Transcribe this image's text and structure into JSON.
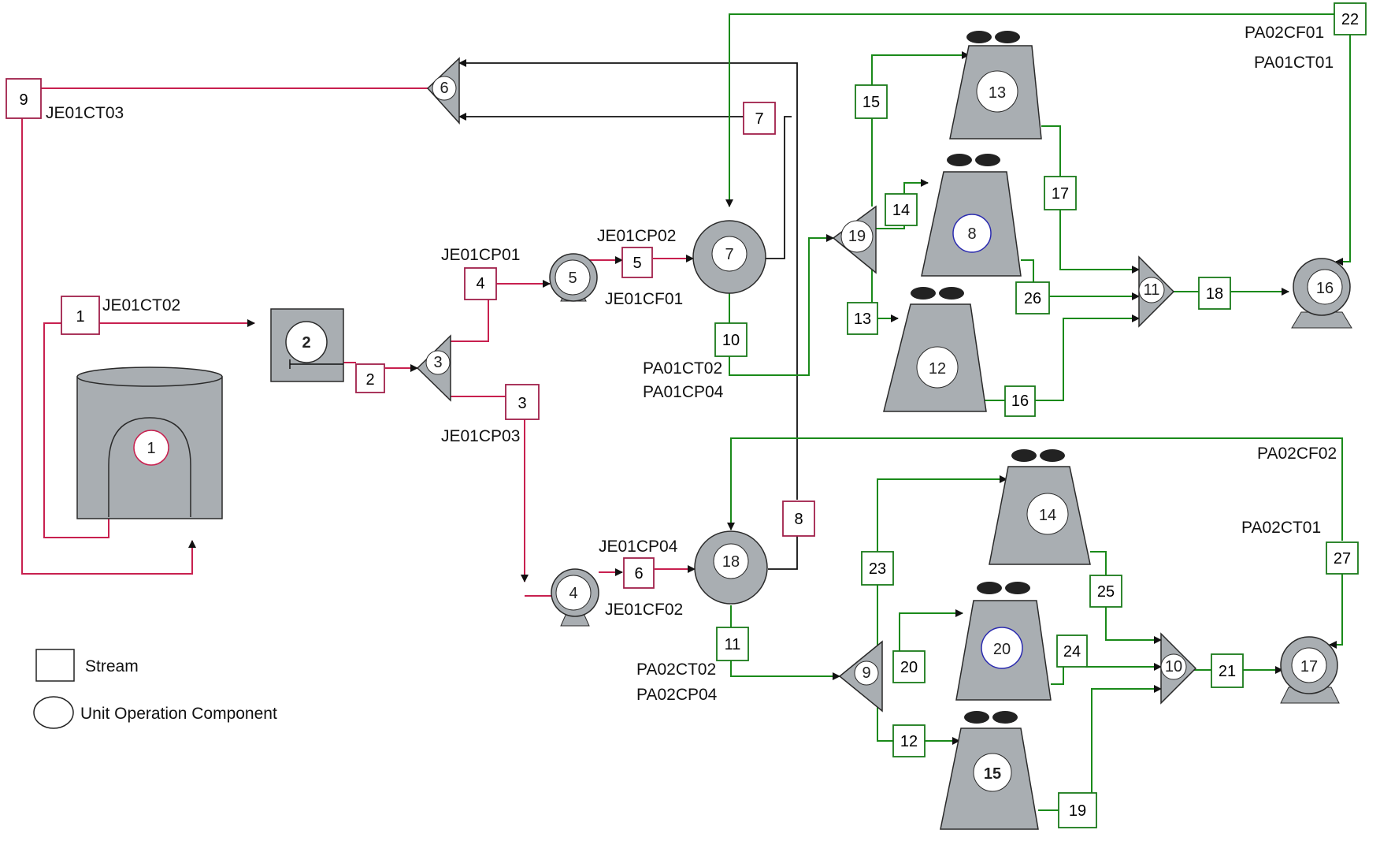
{
  "colors": {
    "red_line": "#c8204f",
    "green_line": "#1a8a1a",
    "red_box": "#a0204a",
    "green_box": "#1a7a1a",
    "equipment_fill": "#a9aeb2",
    "equipment_stroke": "#2a2a2a",
    "text": "#111111"
  },
  "legend": {
    "stream": "Stream",
    "unit_operation": "Unit Operation Component"
  },
  "tags": {
    "je01ct03": "JE01CT03",
    "je01ct02": "JE01CT02",
    "je01cp01": "JE01CP01",
    "je01cp02": "JE01CP02",
    "je01cf01": "JE01CF01",
    "je01cp03": "JE01CP03",
    "je01cp04": "JE01CP04",
    "je01cf02": "JE01CF02",
    "pa01ct02": "PA01CT02",
    "pa01cp04": "PA01CP04",
    "pa02ct02": "PA02CT02",
    "pa02cp04": "PA02CP04",
    "pa02cf01": "PA02CF01",
    "pa01ct01": "PA01CT01",
    "pa02cf02": "PA02CF02",
    "pa02ct01": "PA02CT01"
  },
  "streams": {
    "s1": "1",
    "s2": "2",
    "s3": "3",
    "s4": "4",
    "s5": "5",
    "s6": "6",
    "s7": "7",
    "s8": "8",
    "s9": "9",
    "s10": "10",
    "s11": "11",
    "s12": "12",
    "s13": "13",
    "s14": "14",
    "s15": "15",
    "s16": "16",
    "s17": "17",
    "s18": "18",
    "s19": "19",
    "s20": "20",
    "s21": "21",
    "s22": "22",
    "s23": "23",
    "s24": "24",
    "s25": "25",
    "s26": "26",
    "s27": "27"
  },
  "units": {
    "u1": "1",
    "u2": "2",
    "u3": "3",
    "u4": "4",
    "u5": "5",
    "u6": "6",
    "u7": "7",
    "u8": "8",
    "u9": "9",
    "u10": "10",
    "u11": "11",
    "u12": "12",
    "u13": "13",
    "u14": "14",
    "u15": "15",
    "u16": "16",
    "u17": "17",
    "u18": "18",
    "u19": "19",
    "u20": "20"
  }
}
